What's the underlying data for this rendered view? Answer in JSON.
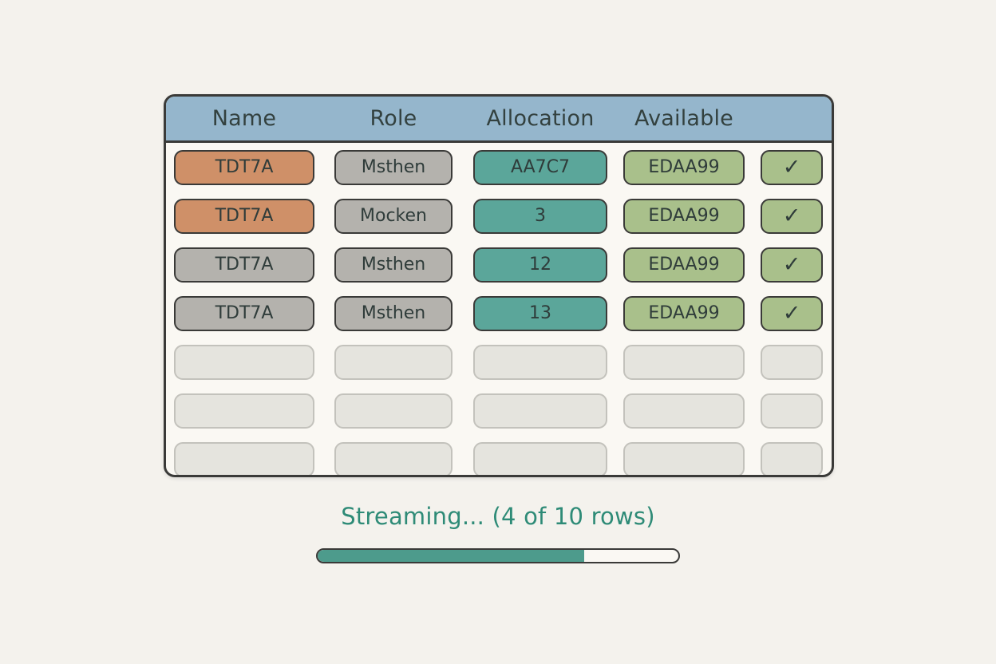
{
  "table": {
    "columns": [
      {
        "key": "name",
        "label": "Name"
      },
      {
        "key": "role",
        "label": "Role"
      },
      {
        "key": "alloc",
        "label": "Allocation"
      },
      {
        "key": "avail",
        "label": "Available"
      },
      {
        "key": "check",
        "label": ""
      }
    ],
    "rows": [
      {
        "name": "TDT7A",
        "role": "Msthen",
        "alloc": "AA7C7",
        "avail": "EDAA99",
        "check": "✓",
        "name_color": "#cf9068",
        "role_color": "#b4b2ad",
        "alloc_color": "#5ba69a",
        "avail_color": "#a9c08b"
      },
      {
        "name": "TDT7A",
        "role": "Mocken",
        "alloc": "3",
        "avail": "EDAA99",
        "check": "✓",
        "name_color": "#cf9068",
        "role_color": "#b4b2ad",
        "alloc_color": "#5ba69a",
        "avail_color": "#a9c08b"
      },
      {
        "name": "TDT7A",
        "role": "Msthen",
        "alloc": "12",
        "avail": "EDAA99",
        "check": "✓",
        "name_color": "#b4b2ad",
        "role_color": "#b4b2ad",
        "alloc_color": "#5ba69a",
        "avail_color": "#a9c08b"
      },
      {
        "name": "TDT7A",
        "role": "Msthen",
        "alloc": "13",
        "avail": "EDAA99",
        "check": "✓",
        "name_color": "#b4b2ad",
        "role_color": "#b4b2ad",
        "alloc_color": "#5ba69a",
        "avail_color": "#a9c08b"
      }
    ],
    "empty_row_count": 3
  },
  "status": {
    "text": "Streaming... (4 of 10 rows)",
    "rows_loaded": 4,
    "rows_total": 10,
    "progress_percent": 74,
    "text_color": "#2e8b77",
    "fill_color": "#4d9b8c"
  },
  "colors": {
    "page_background": "#f4f2ed",
    "card_background": "#faf8f3",
    "header_background": "#95b6cc",
    "border": "#3a3a38",
    "placeholder_fill": "#e5e4de",
    "placeholder_border": "#c3c2bc"
  }
}
